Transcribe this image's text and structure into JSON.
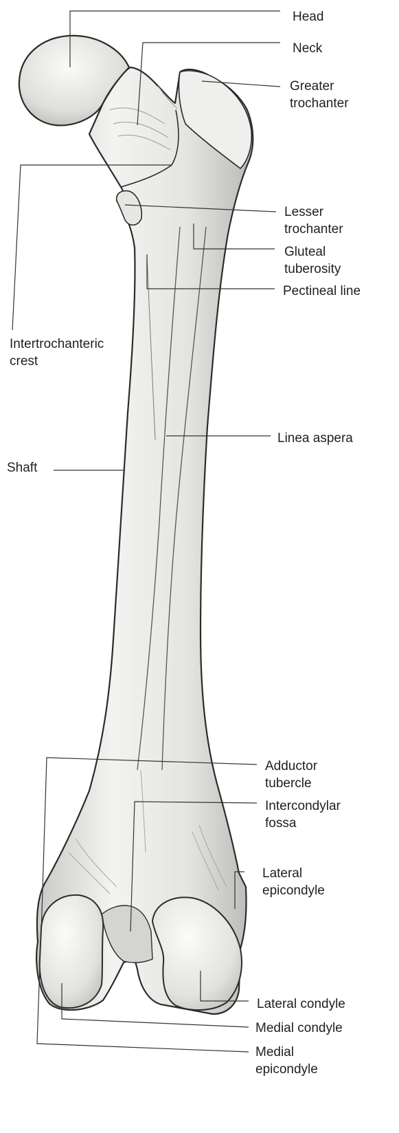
{
  "labels": {
    "head": [
      "Head"
    ],
    "neck": [
      "Neck"
    ],
    "greater_trochanter": [
      "Greater",
      "trochanter"
    ],
    "lesser_trochanter": [
      "Lesser",
      "trochanter"
    ],
    "gluteal_tuberosity": [
      "Gluteal",
      "tuberosity"
    ],
    "pectineal_line": [
      "Pectineal line"
    ],
    "intertrochanteric_crest": [
      "Intertrochanteric",
      "crest"
    ],
    "linea_aspera": [
      "Linea aspera"
    ],
    "shaft": [
      "Shaft"
    ],
    "adductor_tubercle": [
      "Adductor",
      "tubercle"
    ],
    "intercondylar_fossa": [
      "Intercondylar",
      "fossa"
    ],
    "lateral_epicondyle": [
      "Lateral",
      "epicondyle"
    ],
    "lateral_condyle": [
      "Lateral condyle"
    ],
    "medial_condyle": [
      "Medial condyle"
    ],
    "medial_epicondyle": [
      "Medial",
      "epicondyle"
    ]
  },
  "colors": {
    "bone_fill": "#ededeb",
    "bone_shade": "#c9c9c6",
    "outline": "#2b2b2b",
    "leader": "#333333",
    "text": "#1f1f1f"
  }
}
